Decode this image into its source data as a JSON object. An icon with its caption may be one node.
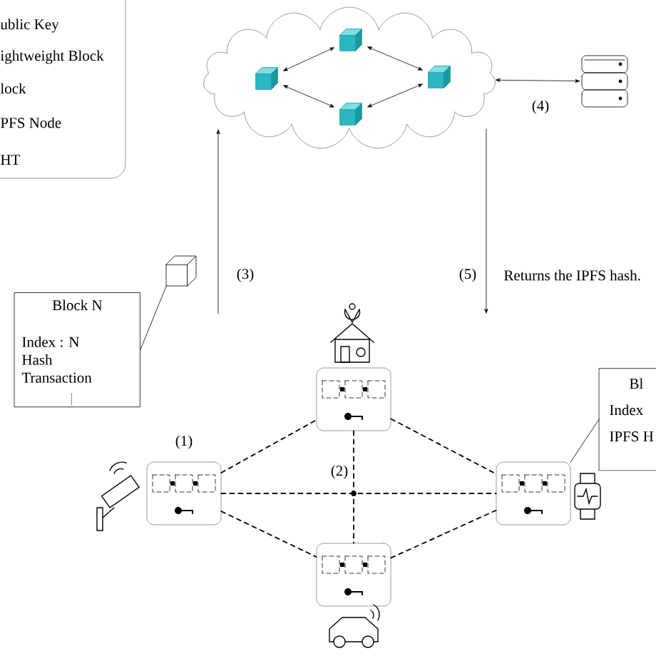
{
  "diagram": {
    "nodes": [
      {
        "text": [],
        "shape": "cloud"
      },
      {
        "text": [],
        "shape": "cube",
        "in": 0
      },
      {
        "text": [],
        "shape": "cube",
        "in": 0
      },
      {
        "text": [],
        "shape": "cube",
        "in": 0
      },
      {
        "text": [],
        "shape": "cube",
        "in": 0
      },
      {
        "text": [],
        "shape": "cylinder"
      },
      {
        "text": [],
        "shape": "block"
      },
      {
        "text": [
          "Block N",
          "Index : N Hash Transaction"
        ]
      },
      {
        "text": [],
        "shape": "box"
      },
      {
        "text": [],
        "shape": "box",
        "beside": [
          "(1)"
        ]
      },
      {
        "text": [],
        "shape": "box"
      },
      {
        "text": [],
        "shape": "box"
      },
      {
        "text": [
          "Bl",
          "Index",
          "IPFS H"
        ]
      }
    ],
    "edges": [
      {
        "from": 1,
        "to": 2,
        "arrow": "both"
      },
      {
        "from": 2,
        "to": 3,
        "arrow": "both"
      },
      {
        "from": 1,
        "to": 4,
        "arrow": "both"
      },
      {
        "from": 4,
        "to": 3,
        "arrow": "both"
      },
      {
        "from": 0,
        "to": 5,
        "arrow": "both",
        "label": "(4)"
      },
      {
        "from": null,
        "to": 0,
        "arrow": "to",
        "label": "(3)"
      },
      {
        "from": 0,
        "to": null,
        "arrow": "to",
        "label": "(5)"
      },
      {
        "from": 7,
        "to": 6,
        "arrow": "none"
      },
      {
        "from": 9,
        "to": 8,
        "arrow": "none",
        "style": "dashed"
      },
      {
        "from": 8,
        "to": 10,
        "arrow": "none",
        "style": "dashed"
      },
      {
        "from": 9,
        "to": 11,
        "arrow": "none",
        "style": "dashed"
      },
      {
        "from": 11,
        "to": 10,
        "arrow": "none",
        "style": "dashed"
      },
      {
        "from": 9,
        "to": 10,
        "arrow": "none",
        "style": "dashed"
      },
      {
        "from": 8,
        "to": 11,
        "arrow": "none",
        "style": "dashed"
      },
      {
        "from": 12,
        "to": 10,
        "arrow": "none"
      }
    ],
    "labels": [
      "Returns the IPFS hash.",
      "(2)"
    ],
    "legend": [
      {
        "text": "ublic Key"
      },
      {
        "text": "ightweight Block"
      },
      {
        "text": "lock"
      },
      {
        "text": "PFS Node"
      },
      {
        "text": "HT"
      }
    ]
  }
}
